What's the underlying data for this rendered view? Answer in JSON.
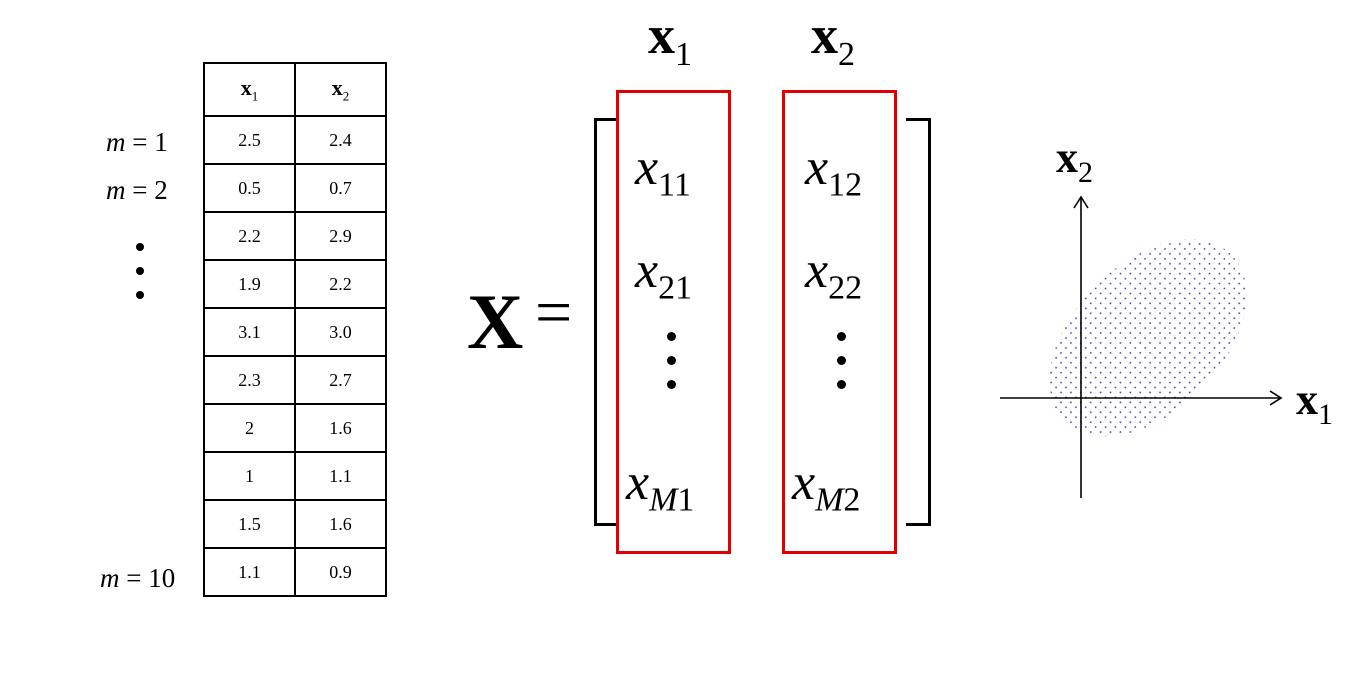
{
  "row_labels": [
    {
      "var": "m",
      "eq": "=",
      "num": "1"
    },
    {
      "var": "m",
      "eq": "=",
      "num": "2"
    },
    {
      "var": "m",
      "eq": "=",
      "num": "10"
    }
  ],
  "table": {
    "headers": [
      {
        "base": "x",
        "sub": "1"
      },
      {
        "base": "x",
        "sub": "2"
      }
    ],
    "rows": [
      [
        "2.5",
        "2.4"
      ],
      [
        "0.5",
        "0.7"
      ],
      [
        "2.2",
        "2.9"
      ],
      [
        "1.9",
        "2.2"
      ],
      [
        "3.1",
        "3.0"
      ],
      [
        "2.3",
        "2.7"
      ],
      [
        "2",
        "1.6"
      ],
      [
        "1",
        "1.1"
      ],
      [
        "1.5",
        "1.6"
      ],
      [
        "1.1",
        "0.9"
      ]
    ]
  },
  "matrix": {
    "symbol": "X",
    "equals": "=",
    "columns": [
      {
        "head_base": "x",
        "head_sub": "1",
        "entries": [
          {
            "base": "x",
            "sub": "11"
          },
          {
            "base": "x",
            "sub": "21"
          }
        ],
        "last": {
          "base": "x",
          "sub_var": "M",
          "sub_num": "1"
        }
      },
      {
        "head_base": "x",
        "head_sub": "2",
        "entries": [
          {
            "base": "x",
            "sub": "12"
          },
          {
            "base": "x",
            "sub": "22"
          }
        ],
        "last": {
          "base": "x",
          "sub_var": "M",
          "sub_num": "2"
        }
      }
    ],
    "box_color": "#e00000"
  },
  "plot": {
    "x_axis": {
      "base": "x",
      "sub": "1"
    },
    "y_axis": {
      "base": "x",
      "sub": "2"
    },
    "dot_color": "#3a3aa8"
  }
}
